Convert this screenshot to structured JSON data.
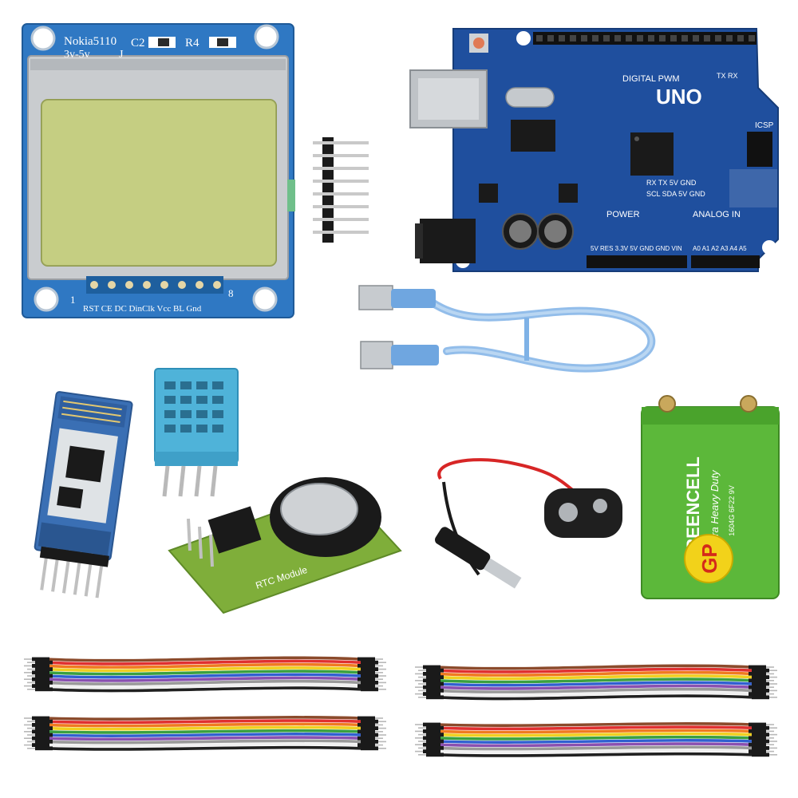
{
  "nokia_lcd": {
    "model": "Nokia5110",
    "voltage": "3v-5v",
    "c2": "C2",
    "r4": "R4",
    "j": "J",
    "pin_first": "1",
    "pin_last": "8",
    "pins": "RST CE DC DinClk Vcc BL Gnd"
  },
  "uno_board": {
    "name": "UNO",
    "digital_label": "DIGITAL PWM",
    "power_label": "POWER",
    "analog_label": "ANALOG IN",
    "icsp": "ICSP",
    "txrx": "TX RX",
    "power_pins": "5V RES 3.3V 5V GND GND VIN",
    "analog_pins": "A0 A1 A2 A3 A4 A5",
    "comm_header": "RX TX 5V GND",
    "i2c_header": "SCL SDA 5V GND"
  },
  "battery": {
    "brand": "GREENCELL",
    "subtitle": "Extra Heavy Duty",
    "code": "1604G 6F22 9V",
    "logo": "GP"
  },
  "rtc_module": {
    "label": "RTC Module"
  },
  "colors": {
    "nokia_pcb": "#2f78c3",
    "lcd_screen": "#bfc97a",
    "uno_pcb": "#1f4f9e",
    "dht_sensor": "#4fb3d9",
    "bluetooth_pcb": "#3a6fb4",
    "battery_green": "#5cb83a",
    "rtc_pcb": "#7fae3a"
  },
  "jumper_wire_colors": [
    "#8b4a2b",
    "#e03030",
    "#f07a20",
    "#f0d020",
    "#3aa040",
    "#3060d0",
    "#8a50b0",
    "#9a9a9a",
    "#f0f0f0",
    "#202020"
  ]
}
